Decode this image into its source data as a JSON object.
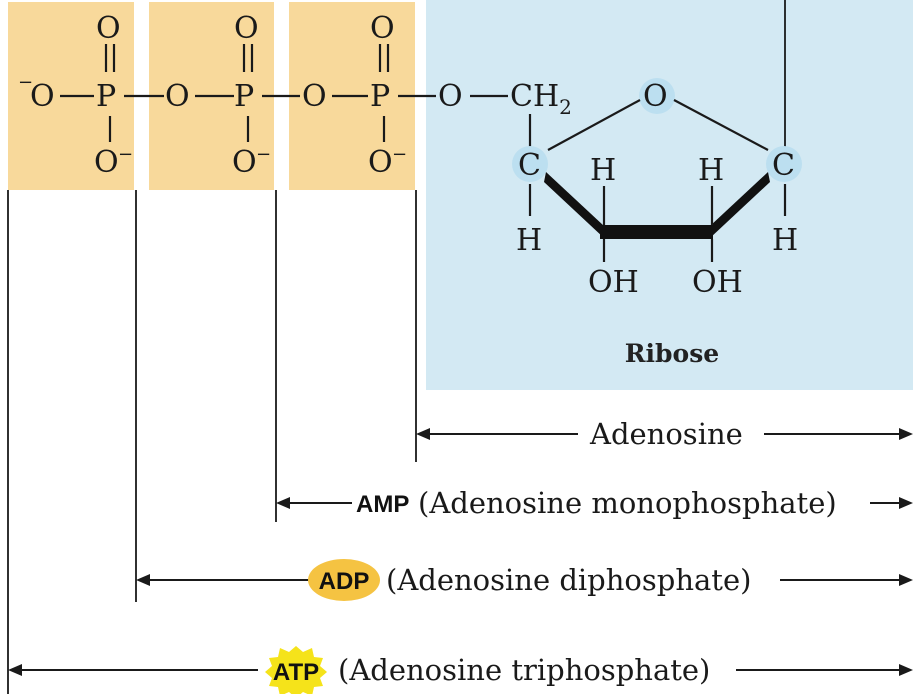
{
  "colors": {
    "phosphate_box": "#f8d99b",
    "ribose_box": "#d3e9f3",
    "adp_badge": "#f5c342",
    "atp_badge": "#f5e31a"
  },
  "phosphate": {
    "O": "O",
    "P": "P",
    "minus": "−",
    "double_bond": "||",
    "ester_O": "O"
  },
  "ribose": {
    "CH": "CH",
    "CH_sub": "2",
    "ring_O": "O",
    "C": "C",
    "H": "H",
    "OH": "OH",
    "label": "Ribose"
  },
  "ranges": {
    "adenosine": {
      "name": "Adenosine"
    },
    "amp": {
      "abbr": "AMP",
      "name": "(Adenosine monophosphate)"
    },
    "adp": {
      "abbr": "ADP",
      "name": "(Adenosine diphosphate)"
    },
    "atp": {
      "abbr": "ATP",
      "name": "(Adenosine triphosphate)"
    }
  }
}
